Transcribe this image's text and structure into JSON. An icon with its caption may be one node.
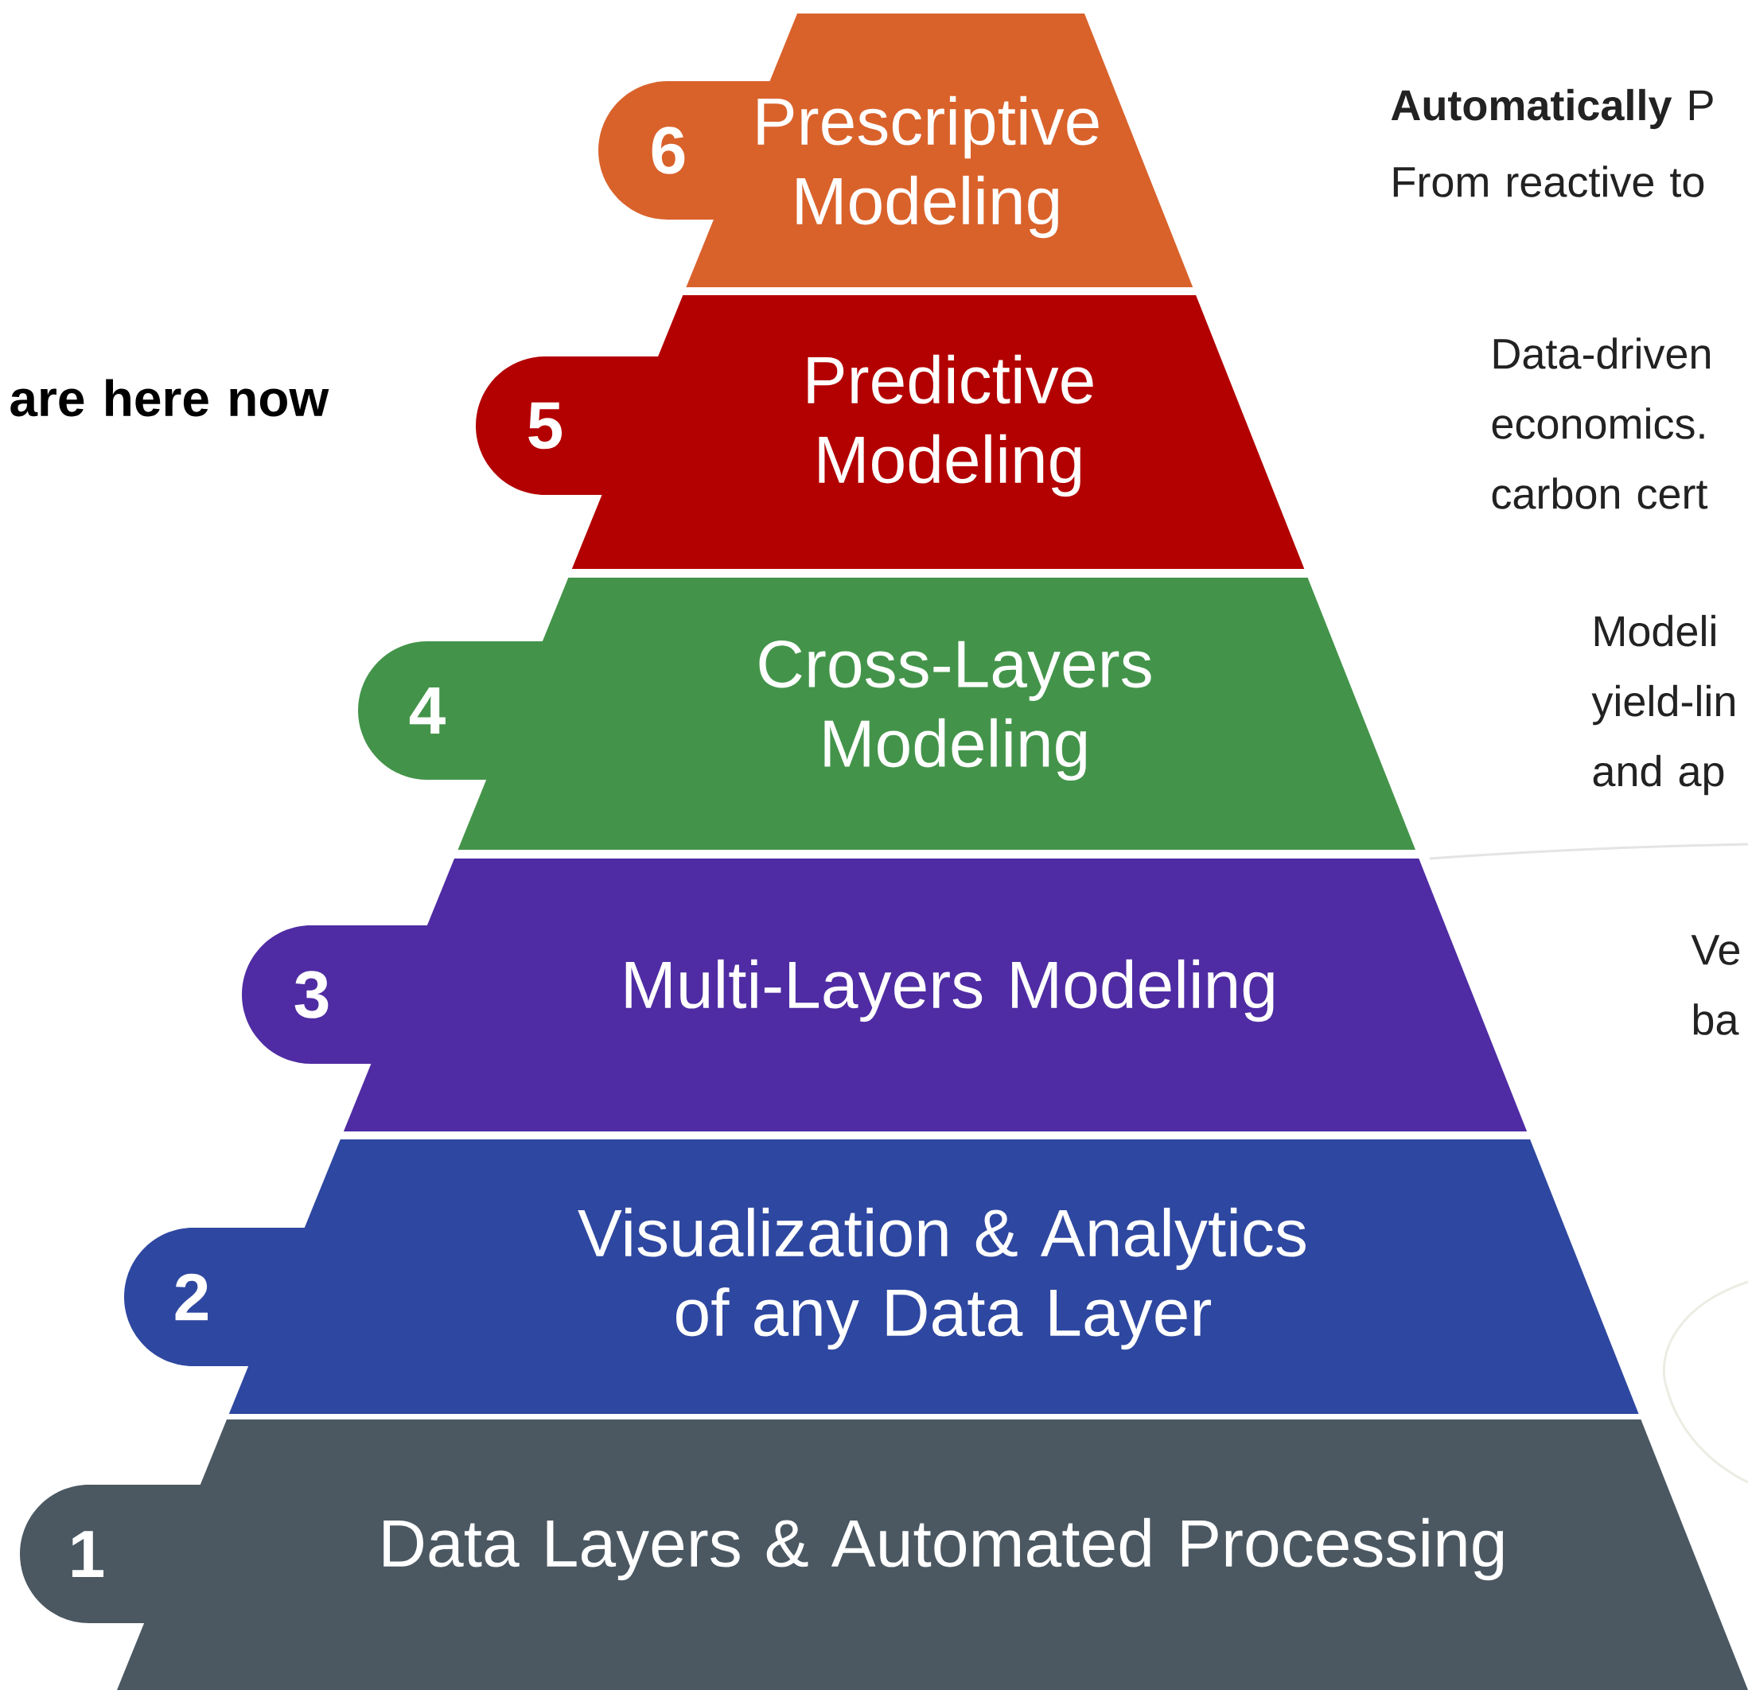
{
  "diagram": {
    "nodes": [
      {
        "text": [
          "6",
          "Prescriptive Modeling"
        ]
      },
      {
        "text": [
          "5",
          "Predictive Modeling"
        ]
      },
      {
        "text": [
          "4",
          "Cross-Layers Modeling"
        ]
      },
      {
        "text": [
          "3",
          "Multi-Layers Modeling"
        ]
      },
      {
        "text": [
          "2",
          "Visualization & Analytics of any Data Layer"
        ]
      },
      {
        "text": [
          "1",
          "Data Layers & Automated Processing"
        ]
      }
    ],
    "labels": [
      "**Automatically** P",
      "From reactive to",
      "Data-driven economics. carbon cert",
      "are here now",
      "Modeli yield-lin and ap",
      "Ve ba"
    ]
  }
}
